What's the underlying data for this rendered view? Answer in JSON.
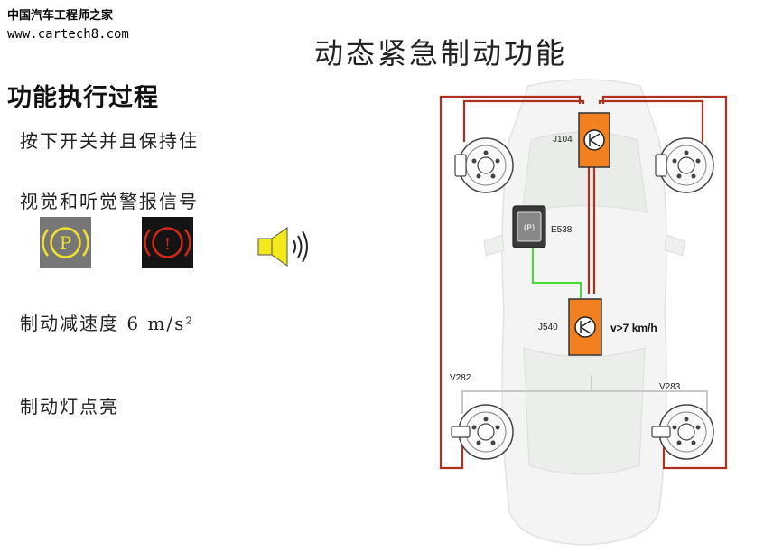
{
  "watermark": {
    "brand": "中国汽车工程师之家",
    "url": "www.cartech8.com"
  },
  "title": "动态紧急制动功能",
  "subtitle": "功能执行过程",
  "steps": [
    "按下开关并且保持住",
    "视觉和听觉警报信号",
    "制动减速度 6 m/s²",
    "制动灯点亮"
  ],
  "indicators": {
    "parking_brake_letter": "P",
    "brake_warning_letter": "!"
  },
  "diagram": {
    "labels": {
      "j104": "J104",
      "e538": "E538",
      "j540": "J540",
      "speed_condition": "v>7 km/h",
      "v282": "V282",
      "v283": "V283",
      "e538_symbol": "(P)"
    },
    "colors": {
      "brake_line": "#b03020",
      "module_fill": "#f08020",
      "switch_wire": "#44dd33",
      "gray_line": "#c8c8c8"
    }
  },
  "icons": {
    "parking_brake": "parking-brake-warning-icon",
    "brake_warning": "brake-warning-icon",
    "speaker": "speaker-icon",
    "abs_module": "abs-control-unit-icon",
    "epb_module": "epb-control-unit-icon",
    "button": "parking-brake-button-icon",
    "wheel": "brake-disc-icon"
  }
}
